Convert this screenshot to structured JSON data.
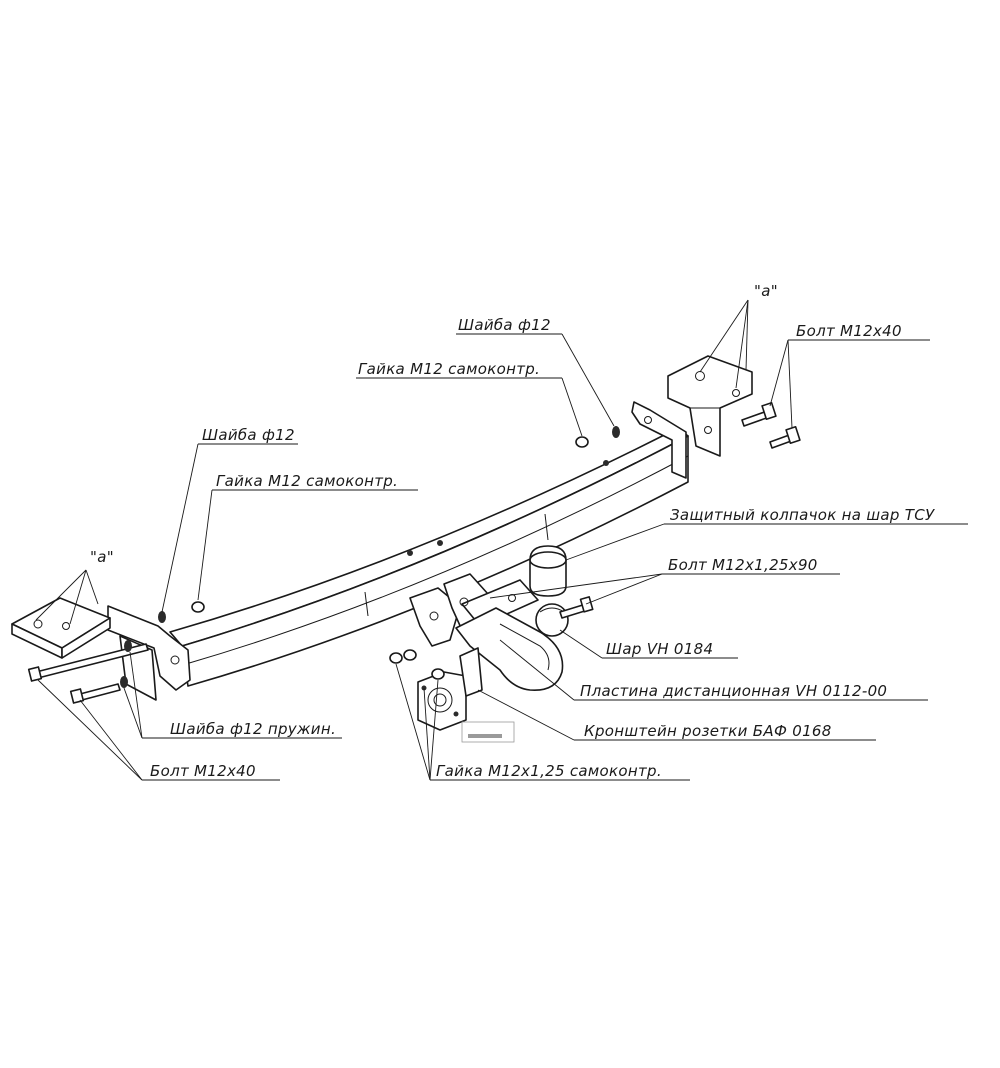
{
  "diagram": {
    "labels": {
      "a_left": "\"a\"",
      "a_right": "\"a\"",
      "washer_left": "Шайба ф12",
      "nut_left": "Гайка М12 самоконтр.",
      "washer_right": "Шайба ф12",
      "nut_right": "Гайка М12 самоконтр.",
      "bolt_right": "Болт М12х40",
      "cap": "Защитный колпачок на шар ТСУ",
      "bolt_ball": "Болт М12х1,25х90",
      "ball": "Шар VH 0184",
      "plate": "Пластина дистанционная VH 0112-00",
      "bracket": "Кронштейн розетки БАФ 0168",
      "spring_washer": "Шайба ф12 пружин.",
      "bolt_left": "Болт М12х40",
      "nut_ball": "Гайка М12х1,25 самоконтр."
    }
  }
}
